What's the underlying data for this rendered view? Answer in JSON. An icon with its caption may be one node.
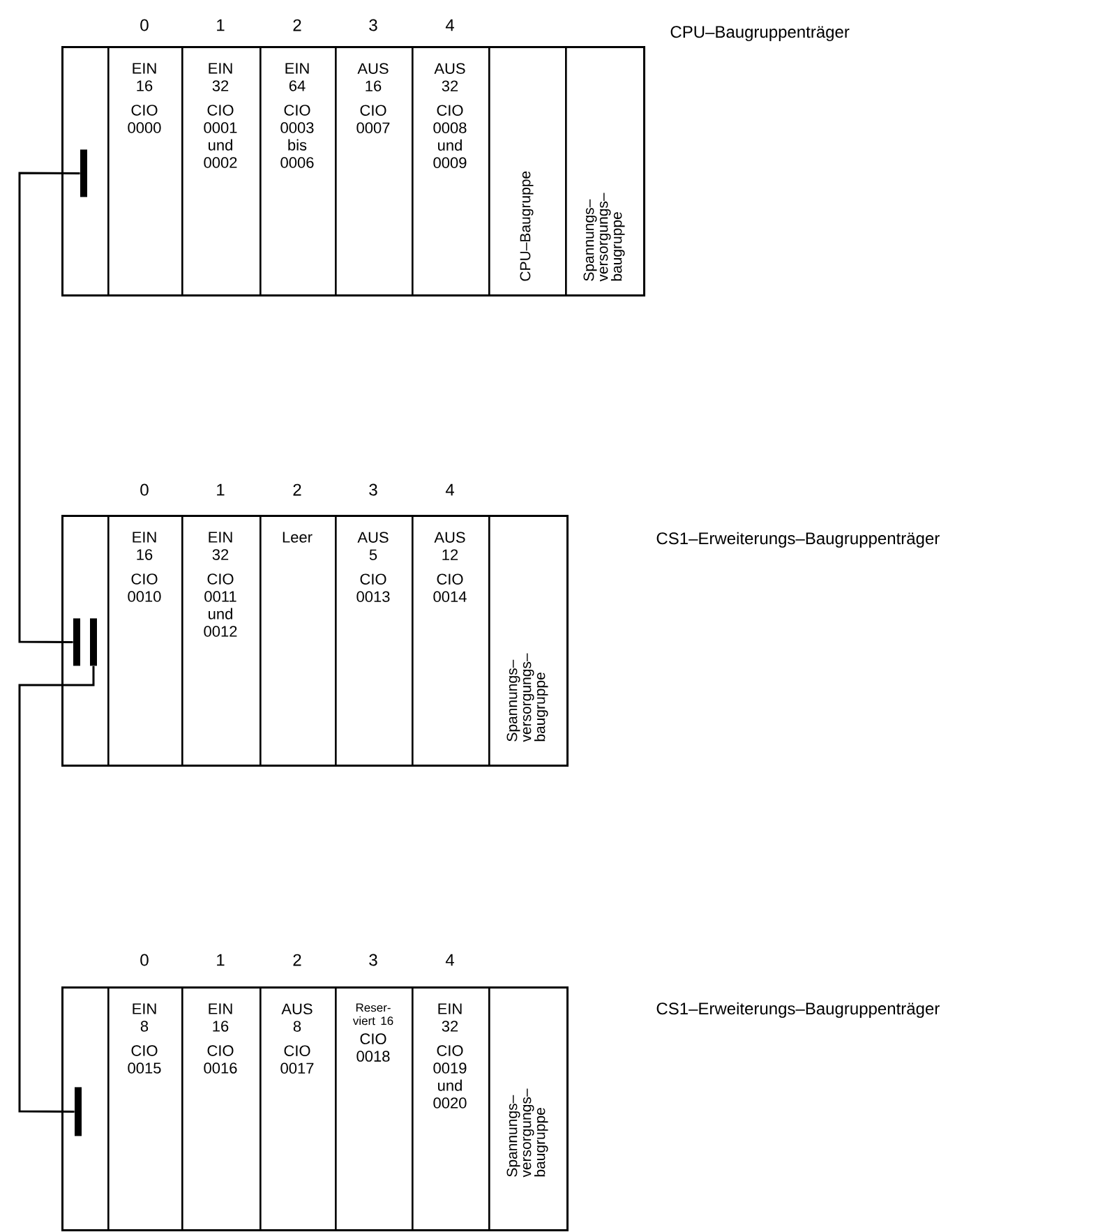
{
  "diagram": {
    "nodes": [
      {
        "text": [],
        "shape": "box"
      },
      {
        "text": [],
        "shape": "box",
        "in": 0
      },
      {
        "text": [],
        "shape": "bar",
        "in": 1
      },
      {
        "text": [
          "EIN 16",
          "CIO 0000"
        ],
        "beside": [
          "0"
        ],
        "in": 0
      },
      {
        "text": [
          "EIN 32",
          "CIO 0001 und 0002"
        ],
        "beside": [
          "1"
        ],
        "in": 0
      },
      {
        "text": [
          "EIN 64",
          "CIO 0003 bis 0006"
        ],
        "beside": [
          "2"
        ],
        "in": 0
      },
      {
        "text": [
          "AUS 16",
          "CIO 0007"
        ],
        "beside": [
          "3"
        ],
        "in": 0
      },
      {
        "text": [
          "AUS 32",
          "CIO 0008 und 0009"
        ],
        "beside": [
          "4"
        ],
        "in": 0
      },
      {
        "text": [
          "CPU–Baugruppe"
        ],
        "in": 0
      },
      {
        "text": [
          "Spannungs– versorgungs– baugruppe"
        ],
        "in": 0
      },
      {
        "text": [],
        "shape": "box"
      },
      {
        "text": [],
        "shape": "box",
        "in": 10
      },
      {
        "text": [],
        "shape": "bar",
        "in": 11
      },
      {
        "text": [],
        "shape": "bar",
        "in": 11
      },
      {
        "text": [
          "EIN 16",
          "CIO 0010"
        ],
        "beside": [
          "0"
        ],
        "in": 10
      },
      {
        "text": [
          "EIN 32",
          "CIO 0011 und 0012"
        ],
        "beside": [
          "1"
        ],
        "in": 10
      },
      {
        "text": [
          "Leer"
        ],
        "beside": [
          "2"
        ],
        "in": 10
      },
      {
        "text": [
          "AUS 5",
          "CIO 0013"
        ],
        "beside": [
          "3"
        ],
        "in": 10
      },
      {
        "text": [
          "AUS 12",
          "CIO 0014"
        ],
        "beside": [
          "4"
        ],
        "in": 10
      },
      {
        "text": [
          "Spannungs– versorgungs– baugruppe"
        ],
        "in": 10
      },
      {
        "text": [],
        "shape": "box"
      },
      {
        "text": [],
        "shape": "box",
        "in": 20
      },
      {
        "text": [],
        "shape": "bar",
        "in": 21
      },
      {
        "text": [
          "EIN 8",
          "CIO 0015"
        ],
        "beside": [
          "0"
        ],
        "in": 20
      },
      {
        "text": [
          "EIN 16",
          "CIO 0016"
        ],
        "beside": [
          "1"
        ],
        "in": 20
      },
      {
        "text": [
          "AUS 8",
          "CIO 0017"
        ],
        "beside": [
          "2"
        ],
        "in": 20
      },
      {
        "text": [
          "Reser- viert 16",
          "CIO 0018"
        ],
        "beside": [
          "3"
        ],
        "in": 20
      },
      {
        "text": [
          "EIN 32",
          "CIO 0019 und 0020"
        ],
        "beside": [
          "4"
        ],
        "in": 20
      },
      {
        "text": [
          "Spannungs– versorgungs– baugruppe"
        ],
        "in": 20
      }
    ],
    "edges": [
      {
        "from": 2,
        "to": 12,
        "arrow": "none"
      },
      {
        "from": 13,
        "to": 22,
        "arrow": "none"
      }
    ],
    "labels": [
      "CPU–Baugruppenträger",
      "CS1–Erweiterungs–Baugruppenträger",
      "CS1–Erweiterungs–Baugruppenträger"
    ]
  }
}
